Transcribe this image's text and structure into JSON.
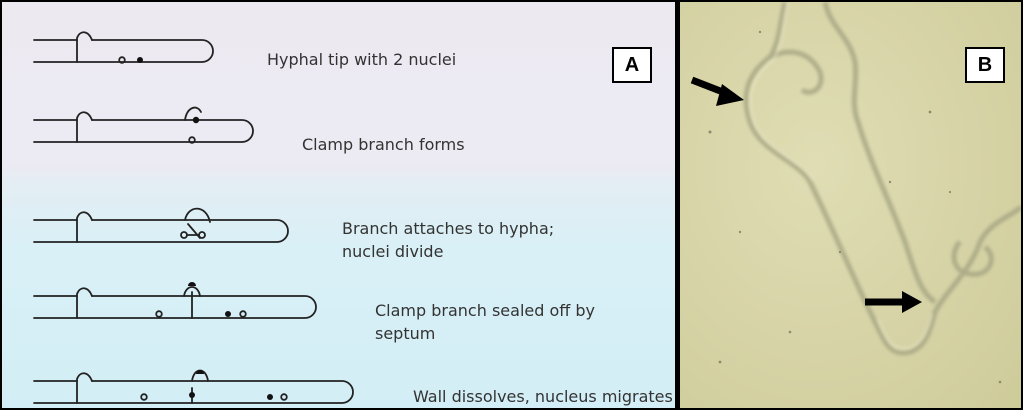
{
  "panel_a": {
    "label": "A",
    "steps": [
      {
        "caption": "Hyphal tip with 2 nuclei"
      },
      {
        "caption": "Clamp branch forms"
      },
      {
        "caption": "Branch attaches to hypha;",
        "caption_line2": "nuclei divide"
      },
      {
        "caption": "Clamp branch sealed off by",
        "caption_line2": "septum"
      },
      {
        "caption": "Wall dissolves, nucleus migrates"
      }
    ]
  },
  "panel_b": {
    "label": "B",
    "arrows": [
      "arrow-pointing-clamp-connection",
      "arrow-pointing-clamp-connection"
    ]
  },
  "colors": {
    "line": "#222222",
    "caption_text": "#333333",
    "micrograph_bg": "#d9d6a8"
  }
}
